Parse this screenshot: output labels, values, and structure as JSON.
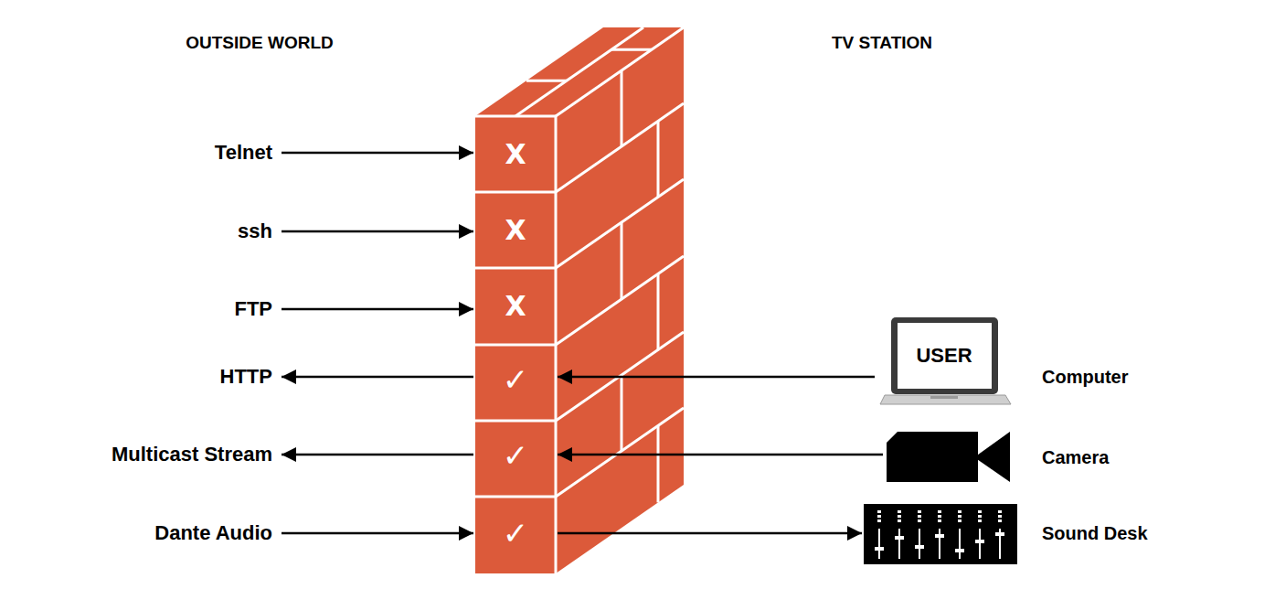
{
  "diagram": {
    "nodes": [
      {
        "text": [
          "Telnet"
        ]
      },
      {
        "text": [
          "X"
        ]
      },
      {
        "text": [
          "ssh"
        ]
      },
      {
        "text": [
          "X"
        ]
      },
      {
        "text": [
          "FTP"
        ]
      },
      {
        "text": [
          "X"
        ]
      },
      {
        "text": [
          "HTTP"
        ]
      },
      {
        "text": [
          "✓"
        ]
      },
      {
        "text": [
          "USER",
          "Computer"
        ]
      },
      {
        "text": [
          "Multicast Stream"
        ]
      },
      {
        "text": [
          "✓"
        ]
      },
      {
        "text": [
          "Camera"
        ]
      },
      {
        "text": [
          "Dante Audio"
        ]
      },
      {
        "text": [
          "✓"
        ]
      },
      {
        "text": [
          "Sound Desk"
        ]
      }
    ],
    "edges": [
      {
        "from": 0,
        "to": 1,
        "arrow": "to"
      },
      {
        "from": 2,
        "to": 3,
        "arrow": "to"
      },
      {
        "from": 4,
        "to": 5,
        "arrow": "to"
      },
      {
        "from": 7,
        "to": 6,
        "arrow": "to"
      },
      {
        "from": 8,
        "to": 7,
        "arrow": "to"
      },
      {
        "from": 10,
        "to": 9,
        "arrow": "to"
      },
      {
        "from": 11,
        "to": 10,
        "arrow": "to"
      },
      {
        "from": 12,
        "to": 13,
        "arrow": "to"
      },
      {
        "from": 13,
        "to": 14,
        "arrow": "to"
      }
    ],
    "labels": [
      "OUTSIDE WORLD",
      "TV STATION"
    ]
  }
}
